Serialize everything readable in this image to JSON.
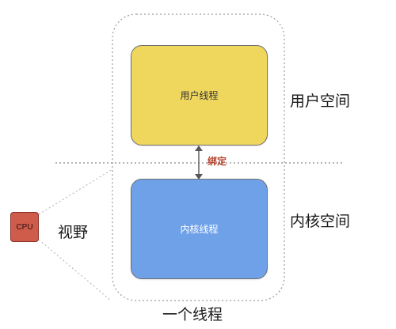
{
  "diagram": {
    "user_thread_label": "用户线程",
    "kernel_thread_label": "内核线程",
    "bind_label": "绑定",
    "user_space_label": "用户空间",
    "kernel_space_label": "内核空间",
    "cpu_label": "CPU",
    "view_label": "视野",
    "thread_label": "一个线程"
  },
  "colors": {
    "user_thread_fill": "#efd65d",
    "kernel_thread_fill": "#6fa1e8",
    "cpu_fill": "#cf5b4a",
    "bind_text": "#b4432e",
    "dashed_line": "#9a9a9a"
  }
}
